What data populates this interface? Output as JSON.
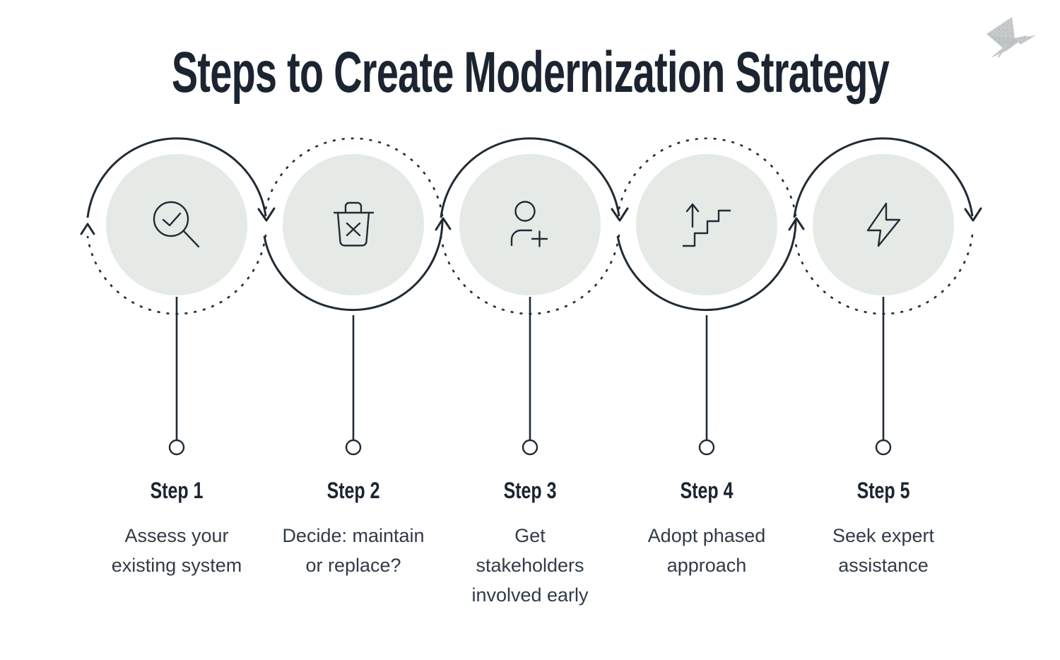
{
  "title": "Steps to Create Modernization Strategy",
  "logo": {
    "icon": "origami-bird-logo"
  },
  "colors": {
    "ink": "#212b36",
    "title_text": "#1b2430",
    "description_text": "#313b47",
    "disc_fill": "#e5eae7",
    "logo_gray": "#c6cacd",
    "background": "#ffffff"
  },
  "steps": [
    {
      "label": "Step 1",
      "description": "Assess your\nexisting system",
      "icon": "magnifier-check-icon",
      "ring_style": "solid-top-dotted-bottom",
      "arrow": "down-right"
    },
    {
      "label": "Step 2",
      "description": "Decide: maintain\nor replace?",
      "icon": "trash-x-icon",
      "ring_style": "dotted-top-solid-bottom",
      "arrow": "up-right"
    },
    {
      "label": "Step 3",
      "description": "Get\nstakeholders\ninvolved early",
      "icon": "add-user-icon",
      "ring_style": "solid-top-dotted-bottom",
      "arrow": "down-right"
    },
    {
      "label": "Step 4",
      "description": "Adopt phased\napproach",
      "icon": "stairs-up-icon",
      "ring_style": "dotted-top-solid-bottom",
      "arrow": "up-right"
    },
    {
      "label": "Step 5",
      "description": "Seek expert\nassistance",
      "icon": "lightning-icon",
      "ring_style": "solid-top-dotted-bottom",
      "arrow": "down-right"
    }
  ]
}
